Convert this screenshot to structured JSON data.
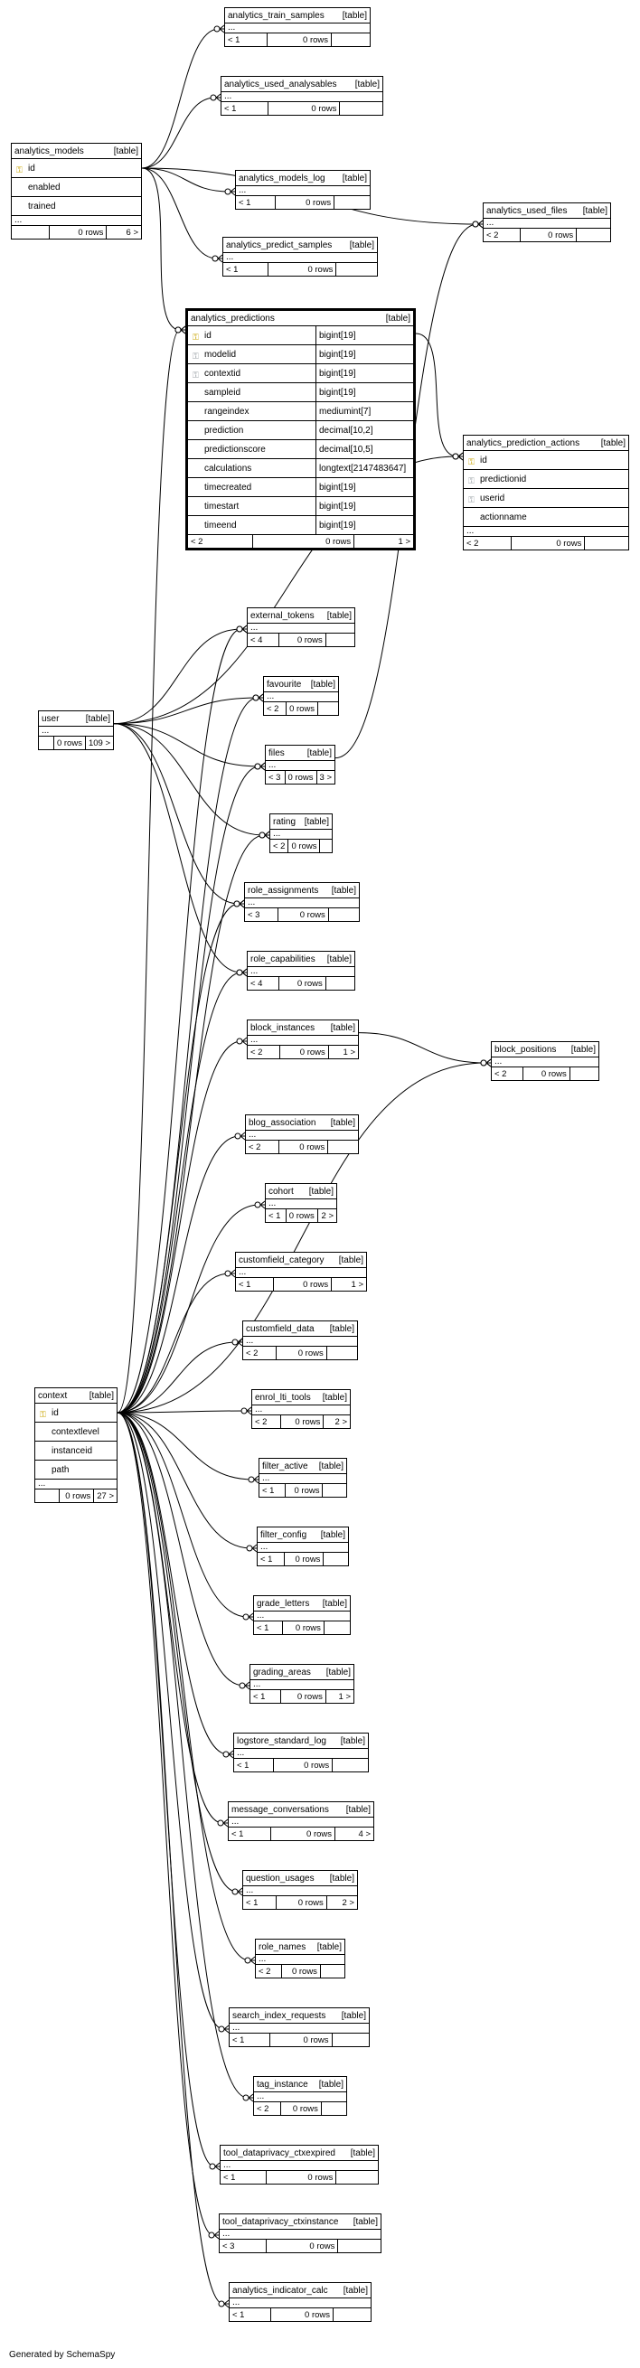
{
  "footer": "Generated by SchemaSpy",
  "tables": [
    {
      "id": "analytics_train_samples",
      "name": "analytics_train_samples",
      "kind": "[table]",
      "ellipsis": "...",
      "foot": [
        "< 1",
        "0 rows",
        ""
      ]
    },
    {
      "id": "analytics_used_analysables",
      "name": "analytics_used_analysables",
      "kind": "[table]",
      "ellipsis": "...",
      "foot": [
        "< 1",
        "0 rows",
        ""
      ]
    },
    {
      "id": "analytics_models",
      "name": "analytics_models",
      "kind": "[table]",
      "columns": [
        {
          "name": "id",
          "key": "pk"
        },
        {
          "name": "enabled"
        },
        {
          "name": "trained"
        }
      ],
      "ellipsis": "...",
      "foot": [
        "",
        "0 rows",
        "6 >"
      ]
    },
    {
      "id": "analytics_models_log",
      "name": "analytics_models_log",
      "kind": "[table]",
      "ellipsis": "...",
      "foot": [
        "< 1",
        "0 rows",
        ""
      ]
    },
    {
      "id": "analytics_used_files",
      "name": "analytics_used_files",
      "kind": "[table]",
      "ellipsis": "...",
      "foot": [
        "< 2",
        "0 rows",
        ""
      ]
    },
    {
      "id": "analytics_predict_samples",
      "name": "analytics_predict_samples",
      "kind": "[table]",
      "ellipsis": "...",
      "foot": [
        "< 1",
        "0 rows",
        ""
      ]
    },
    {
      "id": "analytics_predictions",
      "name": "analytics_predictions",
      "kind": "[table]",
      "focus": true,
      "columns": [
        {
          "name": "id",
          "type": "bigint[19]",
          "key": "pk"
        },
        {
          "name": "modelid",
          "type": "bigint[19]",
          "key": "fk"
        },
        {
          "name": "contextid",
          "type": "bigint[19]",
          "key": "fk"
        },
        {
          "name": "sampleid",
          "type": "bigint[19]"
        },
        {
          "name": "rangeindex",
          "type": "mediumint[7]"
        },
        {
          "name": "prediction",
          "type": "decimal[10,2]"
        },
        {
          "name": "predictionscore",
          "type": "decimal[10,5]"
        },
        {
          "name": "calculations",
          "type": "longtext[2147483647]"
        },
        {
          "name": "timecreated",
          "type": "bigint[19]"
        },
        {
          "name": "timestart",
          "type": "bigint[19]"
        },
        {
          "name": "timeend",
          "type": "bigint[19]"
        }
      ],
      "foot": [
        "< 2",
        "0 rows",
        "1 >"
      ]
    },
    {
      "id": "analytics_prediction_actions",
      "name": "analytics_prediction_actions",
      "kind": "[table]",
      "columns": [
        {
          "name": "id",
          "key": "pk"
        },
        {
          "name": "predictionid",
          "key": "fk"
        },
        {
          "name": "userid",
          "key": "fk"
        },
        {
          "name": "actionname"
        }
      ],
      "ellipsis": "...",
      "foot": [
        "< 2",
        "0 rows",
        ""
      ]
    },
    {
      "id": "external_tokens",
      "name": "external_tokens",
      "kind": "[table]",
      "ellipsis": "...",
      "foot": [
        "< 4",
        "0 rows",
        ""
      ]
    },
    {
      "id": "favourite",
      "name": "favourite",
      "kind": "[table]",
      "ellipsis": "...",
      "foot": [
        "< 2",
        "0 rows",
        ""
      ]
    },
    {
      "id": "user",
      "name": "user",
      "kind": "[table]",
      "ellipsis": "...",
      "foot": [
        "",
        "0 rows",
        "109 >"
      ]
    },
    {
      "id": "files",
      "name": "files",
      "kind": "[table]",
      "ellipsis": "...",
      "foot": [
        "< 3",
        "0 rows",
        "3 >"
      ]
    },
    {
      "id": "rating",
      "name": "rating",
      "kind": "[table]",
      "ellipsis": "...",
      "foot": [
        "< 2",
        "0 rows",
        ""
      ]
    },
    {
      "id": "role_assignments",
      "name": "role_assignments",
      "kind": "[table]",
      "ellipsis": "...",
      "foot": [
        "< 3",
        "0 rows",
        ""
      ]
    },
    {
      "id": "role_capabilities",
      "name": "role_capabilities",
      "kind": "[table]",
      "ellipsis": "...",
      "foot": [
        "< 4",
        "0 rows",
        ""
      ]
    },
    {
      "id": "block_instances",
      "name": "block_instances",
      "kind": "[table]",
      "ellipsis": "...",
      "foot": [
        "< 2",
        "0 rows",
        "1 >"
      ]
    },
    {
      "id": "block_positions",
      "name": "block_positions",
      "kind": "[table]",
      "ellipsis": "...",
      "foot": [
        "< 2",
        "0 rows",
        ""
      ]
    },
    {
      "id": "blog_association",
      "name": "blog_association",
      "kind": "[table]",
      "ellipsis": "...",
      "foot": [
        "< 2",
        "0 rows",
        ""
      ]
    },
    {
      "id": "cohort",
      "name": "cohort",
      "kind": "[table]",
      "ellipsis": "...",
      "foot": [
        "< 1",
        "0 rows",
        "2 >"
      ]
    },
    {
      "id": "customfield_category",
      "name": "customfield_category",
      "kind": "[table]",
      "ellipsis": "...",
      "foot": [
        "< 1",
        "0 rows",
        "1 >"
      ]
    },
    {
      "id": "customfield_data",
      "name": "customfield_data",
      "kind": "[table]",
      "ellipsis": "...",
      "foot": [
        "< 2",
        "0 rows",
        ""
      ]
    },
    {
      "id": "enrol_lti_tools",
      "name": "enrol_lti_tools",
      "kind": "[table]",
      "ellipsis": "...",
      "foot": [
        "< 2",
        "0 rows",
        "2 >"
      ]
    },
    {
      "id": "context",
      "name": "context",
      "kind": "[table]",
      "columns": [
        {
          "name": "id",
          "key": "pk"
        },
        {
          "name": "contextlevel"
        },
        {
          "name": "instanceid"
        },
        {
          "name": "path"
        }
      ],
      "ellipsis": "...",
      "foot": [
        "",
        "0 rows",
        "27 >"
      ]
    },
    {
      "id": "filter_active",
      "name": "filter_active",
      "kind": "[table]",
      "ellipsis": "...",
      "foot": [
        "< 1",
        "0 rows",
        ""
      ]
    },
    {
      "id": "filter_config",
      "name": "filter_config",
      "kind": "[table]",
      "ellipsis": "...",
      "foot": [
        "< 1",
        "0 rows",
        ""
      ]
    },
    {
      "id": "grade_letters",
      "name": "grade_letters",
      "kind": "[table]",
      "ellipsis": "...",
      "foot": [
        "< 1",
        "0 rows",
        ""
      ]
    },
    {
      "id": "grading_areas",
      "name": "grading_areas",
      "kind": "[table]",
      "ellipsis": "...",
      "foot": [
        "< 1",
        "0 rows",
        "1 >"
      ]
    },
    {
      "id": "logstore_standard_log",
      "name": "logstore_standard_log",
      "kind": "[table]",
      "ellipsis": "...",
      "foot": [
        "< 1",
        "0 rows",
        ""
      ]
    },
    {
      "id": "message_conversations",
      "name": "message_conversations",
      "kind": "[table]",
      "ellipsis": "...",
      "foot": [
        "< 1",
        "0 rows",
        "4 >"
      ]
    },
    {
      "id": "question_usages",
      "name": "question_usages",
      "kind": "[table]",
      "ellipsis": "...",
      "foot": [
        "< 1",
        "0 rows",
        "2 >"
      ]
    },
    {
      "id": "role_names",
      "name": "role_names",
      "kind": "[table]",
      "ellipsis": "...",
      "foot": [
        "< 2",
        "0 rows",
        ""
      ]
    },
    {
      "id": "search_index_requests",
      "name": "search_index_requests",
      "kind": "[table]",
      "ellipsis": "...",
      "foot": [
        "< 1",
        "0 rows",
        ""
      ]
    },
    {
      "id": "tag_instance",
      "name": "tag_instance",
      "kind": "[table]",
      "ellipsis": "...",
      "foot": [
        "< 2",
        "0 rows",
        ""
      ]
    },
    {
      "id": "tool_dataprivacy_ctxexpired",
      "name": "tool_dataprivacy_ctxexpired",
      "kind": "[table]",
      "ellipsis": "...",
      "foot": [
        "< 1",
        "0 rows",
        ""
      ]
    },
    {
      "id": "tool_dataprivacy_ctxinstance",
      "name": "tool_dataprivacy_ctxinstance",
      "kind": "[table]",
      "ellipsis": "...",
      "foot": [
        "< 3",
        "0 rows",
        ""
      ]
    },
    {
      "id": "analytics_indicator_calc",
      "name": "analytics_indicator_calc",
      "kind": "[table]",
      "ellipsis": "...",
      "foot": [
        "< 1",
        "0 rows",
        ""
      ]
    }
  ],
  "relations": [
    {
      "from": "analytics_models",
      "to": "analytics_train_samples"
    },
    {
      "from": "analytics_models",
      "to": "analytics_used_analysables"
    },
    {
      "from": "analytics_models",
      "to": "analytics_models_log"
    },
    {
      "from": "analytics_models",
      "to": "analytics_predict_samples"
    },
    {
      "from": "analytics_models",
      "to": "analytics_used_files"
    },
    {
      "from": "analytics_models",
      "to": "analytics_predictions"
    },
    {
      "from": "analytics_predictions",
      "to": "analytics_prediction_actions"
    },
    {
      "from": "files",
      "to": "analytics_used_files"
    },
    {
      "from": "context",
      "to": "analytics_predictions"
    },
    {
      "from": "user",
      "to": "analytics_prediction_actions"
    },
    {
      "from": "user",
      "to": "external_tokens"
    },
    {
      "from": "user",
      "to": "favourite"
    },
    {
      "from": "user",
      "to": "files"
    },
    {
      "from": "user",
      "to": "rating"
    },
    {
      "from": "user",
      "to": "role_assignments"
    },
    {
      "from": "user",
      "to": "role_capabilities"
    },
    {
      "from": "context",
      "to": "external_tokens"
    },
    {
      "from": "context",
      "to": "favourite"
    },
    {
      "from": "context",
      "to": "files"
    },
    {
      "from": "context",
      "to": "rating"
    },
    {
      "from": "context",
      "to": "role_assignments"
    },
    {
      "from": "context",
      "to": "role_capabilities"
    },
    {
      "from": "context",
      "to": "block_instances"
    },
    {
      "from": "context",
      "to": "block_positions"
    },
    {
      "from": "block_instances",
      "to": "block_positions"
    },
    {
      "from": "context",
      "to": "blog_association"
    },
    {
      "from": "context",
      "to": "cohort"
    },
    {
      "from": "context",
      "to": "customfield_category"
    },
    {
      "from": "context",
      "to": "customfield_data"
    },
    {
      "from": "context",
      "to": "enrol_lti_tools"
    },
    {
      "from": "context",
      "to": "filter_active"
    },
    {
      "from": "context",
      "to": "filter_config"
    },
    {
      "from": "context",
      "to": "grade_letters"
    },
    {
      "from": "context",
      "to": "grading_areas"
    },
    {
      "from": "context",
      "to": "logstore_standard_log"
    },
    {
      "from": "context",
      "to": "message_conversations"
    },
    {
      "from": "context",
      "to": "question_usages"
    },
    {
      "from": "context",
      "to": "role_names"
    },
    {
      "from": "context",
      "to": "search_index_requests"
    },
    {
      "from": "context",
      "to": "tag_instance"
    },
    {
      "from": "context",
      "to": "tool_dataprivacy_ctxexpired"
    },
    {
      "from": "context",
      "to": "tool_dataprivacy_ctxinstance"
    },
    {
      "from": "context",
      "to": "analytics_indicator_calc"
    }
  ]
}
